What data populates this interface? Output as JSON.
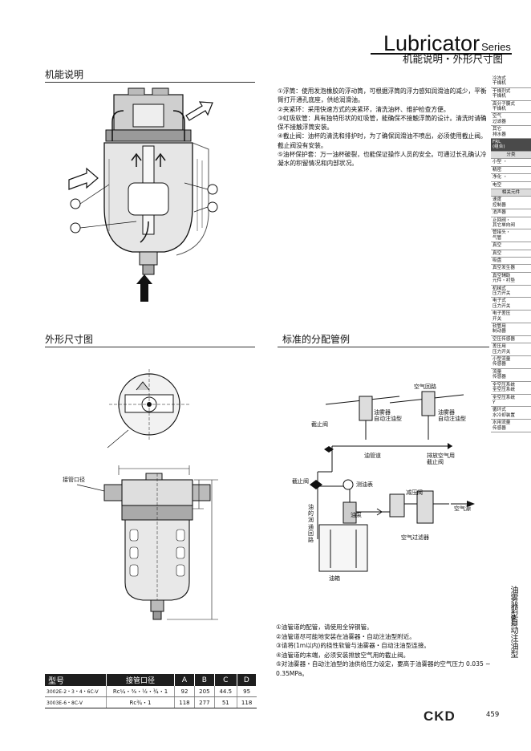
{
  "header": {
    "title": "Lubricator",
    "series": "Series",
    "subtitle": "机能说明・外形尺寸图"
  },
  "sections": {
    "function": "机能说明",
    "dimensions": "外形尺寸图",
    "piping": "标准的分配管例"
  },
  "function_text": [
    "①浮筒：使用发泡橡胶的浮动筒，可根据浮筒的浮力感知润滑油的减少，平衡臂打开通孔底座，供给润滑油。",
    "②夹紧环：采用快速方式的夹紧环，清洗油杯、维护检查方便。",
    "③虹吸软管：具有独特形状的虹吸管，能确保不接触浮筒的设计。清洗时请确保不接触浮筒安装。",
    "④截止阀：油杯的清洗和排护时，为了确保润滑油不喷出，必须使用截止阀。截止阀没有安装。",
    "⑤油杯保护套：万一油杯破裂，也能保证操作人员的安全。可通过长孔确认冷凝水的积留情况和内部状况。"
  ],
  "dimension_label": "接管口径",
  "piping_labels": {
    "air_circuit": "空气回路",
    "oil_atomizer_1": "油雾器\n自动注油型",
    "oil_atomizer_2": "油雾器\n自动注油型",
    "stop_valve_top": "截止阀",
    "oil_pipe": "油管道",
    "drain_valve": "排放空气用\n截止阀",
    "stop_valve_left": "截止阀",
    "pressure_gauge": "测油表",
    "pressure_reducer": "减压阀",
    "air_source": "空气源",
    "oil_pump": "油泵",
    "oil_circuit": "油\n的\n润\n通\n回\n路",
    "air_filter": "空气过滤器",
    "oil_tank": "油箱"
  },
  "notes": [
    "①油管道的配管，请使用全锌钢管。",
    "②油管道尽可能地安装在油雾器・自动注油型附近。",
    "③请将(1m以内)的挠性软管与油雾器・自动注油型连接。",
    "④油管道的末端，必须安装排放空气用的截止阀。",
    "⑤对油雾器・自动注油型的油供给压力设定，要高于油雾器的空气压力 0.035 ~ 0.35MPa。"
  ],
  "table": {
    "headers": [
      "型号",
      "接管口径",
      "A",
      "B",
      "C",
      "D"
    ],
    "rows": [
      [
        "3002E-2・3・4・6C-V",
        "Rc¼・⅜・½・¾・1",
        "92",
        "205",
        "44.5",
        "95"
      ],
      [
        "3003E-6・8C-V",
        "Rc¾・1",
        "118",
        "277",
        "51",
        "118"
      ]
    ]
  },
  "side_index": [
    {
      "label": "冷冻式\n干燥机",
      "style": "light"
    },
    {
      "label": "干燥剂式\n干燥机",
      "style": "light"
    },
    {
      "label": "高分子膜式\n干燥机",
      "style": "light"
    },
    {
      "label": "空气\n过滤器",
      "style": "light"
    },
    {
      "label": "其它\n排水器",
      "style": "light"
    },
    {
      "label": "FRL\n(组合)",
      "style": "dark"
    },
    {
      "label": "分类",
      "style": "head"
    },
    {
      "label": "小型 ・",
      "style": "light"
    },
    {
      "label": "精密",
      "style": "light"
    },
    {
      "label": "净化 ・",
      "style": "light"
    },
    {
      "label": "电空",
      "style": "light"
    },
    {
      "label": "相关元件",
      "style": "head"
    },
    {
      "label": "速度\n控制器",
      "style": "light"
    },
    {
      "label": "消声器",
      "style": "light"
    },
    {
      "label": "止回阀・\n其它单向阀",
      "style": "light"
    },
    {
      "label": "管接头・\n气管",
      "style": "light"
    },
    {
      "label": "真空",
      "style": "light"
    },
    {
      "label": "真空",
      "style": "light"
    },
    {
      "label": "吸盘",
      "style": "light"
    },
    {
      "label": "真空发生器",
      "style": "light"
    },
    {
      "label": "真空辅助\n元件・衬垫",
      "style": "light"
    },
    {
      "label": "机械式\n压力开关",
      "style": "light"
    },
    {
      "label": "电子式\n压力开关",
      "style": "light"
    },
    {
      "label": "电子差压\n开关",
      "style": "light"
    },
    {
      "label": "软管用\n制动器",
      "style": "light"
    },
    {
      "label": "空压传感器",
      "style": "light"
    },
    {
      "label": "差压用\n压力开关",
      "style": "light"
    },
    {
      "label": "小型流量\n传感器",
      "style": "light"
    },
    {
      "label": "流量\n传感器",
      "style": "light"
    },
    {
      "label": "全空压系统\n全空压系统",
      "style": "light"
    },
    {
      "label": "全空压系统\nY",
      "style": "light"
    },
    {
      "label": "循环式\n水冷却装置",
      "style": "light"
    },
    {
      "label": "水用流量\n传感器",
      "style": "light"
    }
  ],
  "side_vertical": "油雾器型自动注油型",
  "side_vertical_small": "・・单元",
  "brand": "CKD",
  "page_number": "459"
}
